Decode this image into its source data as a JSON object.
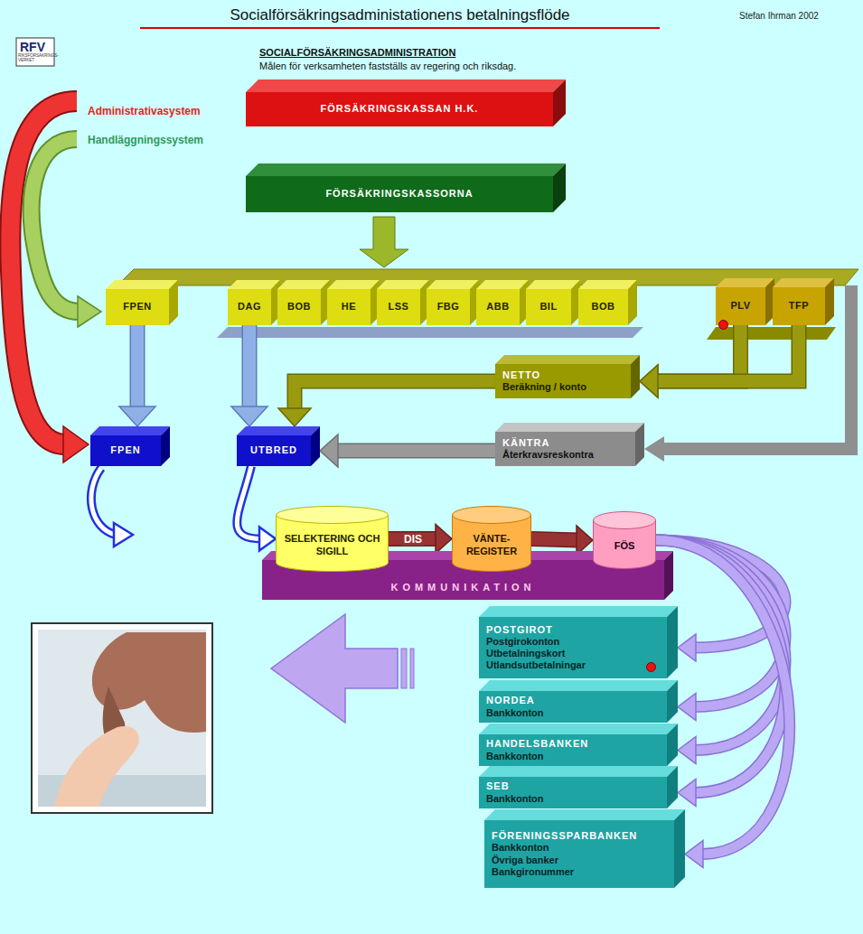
{
  "diagram": {
    "title": "Socialförsäkringsadministationens betalningsflöde",
    "nodes": [
      {
        "text": [
          "FÖRSÄKRINGSKASSAN H.K."
        ]
      },
      {
        "text": [
          "FÖRSÄKRINGSKASSORNA"
        ]
      },
      {
        "text": [
          "FPEN"
        ]
      },
      {
        "text": [
          "DAG"
        ]
      },
      {
        "text": [
          "BOB"
        ]
      },
      {
        "text": [
          "HE"
        ]
      },
      {
        "text": [
          "LSS"
        ]
      },
      {
        "text": [
          "FBG"
        ]
      },
      {
        "text": [
          "ABB"
        ]
      },
      {
        "text": [
          "BIL"
        ]
      },
      {
        "text": [
          "BOB"
        ]
      },
      {
        "text": [
          "PLV"
        ]
      },
      {
        "text": [
          "TFP"
        ]
      },
      {
        "text": [
          "NETTO",
          "Beräkning / konto"
        ]
      },
      {
        "text": [
          "FPEN"
        ]
      },
      {
        "text": [
          "UTBRED"
        ]
      },
      {
        "text": [
          "KÄNTRA",
          "Återkravsreskontra"
        ]
      },
      {
        "text": [
          "SELEKTERING OCH SIGILL"
        ]
      },
      {
        "text": [
          "VÄNTE- REGISTER"
        ]
      },
      {
        "text": [
          "FÖS"
        ]
      },
      {
        "text": [
          "KOMMUNIKATION"
        ]
      },
      {
        "text": [
          "POSTGIROT",
          "Postgirokonton",
          "Utbetalningskort",
          "Utlandsutbetalningar"
        ]
      },
      {
        "text": [
          "NORDEA",
          "Bankkonton"
        ]
      },
      {
        "text": [
          "HANDELSBANKEN",
          "Bankkonton"
        ]
      },
      {
        "text": [
          "SEB",
          "Bankkonton"
        ]
      },
      {
        "text": [
          "FÖRENINGSSPARBANKEN",
          "Bankkonton",
          "Övriga banker",
          "Bankgironummer"
        ]
      }
    ],
    "edges": [
      {
        "from": 2,
        "to": 14,
        "arrow": "to"
      },
      {
        "from": 3,
        "to": 15,
        "arrow": "to"
      },
      {
        "from": 11,
        "to": 13,
        "arrow": "to"
      },
      {
        "from": 12,
        "to": 13,
        "arrow": "to"
      },
      {
        "from": 13,
        "to": 15,
        "arrow": "to"
      },
      {
        "from": 16,
        "to": 15,
        "arrow": "to"
      },
      {
        "from": 15,
        "to": 17,
        "arrow": "to"
      },
      {
        "from": 17,
        "to": 18,
        "label": "DIS",
        "arrow": "to"
      },
      {
        "from": 18,
        "to": 19,
        "arrow": "to"
      },
      {
        "from": 19,
        "to": 21,
        "arrow": "to"
      },
      {
        "from": 19,
        "to": 22,
        "arrow": "to"
      },
      {
        "from": 19,
        "to": 23,
        "arrow": "to"
      },
      {
        "from": 19,
        "to": 24,
        "arrow": "to"
      },
      {
        "from": 19,
        "to": 25,
        "arrow": "to"
      }
    ],
    "labels": [
      "Stefan Ihrman 2002",
      "RFV",
      "RIKSFÖRSÄKRINGS- VERKET",
      "SOCIALFÖRSÄKRINGSADMINISTRATION",
      "Målen för verksamheten fastställs av regering och riksdag.",
      "Administrativasystem",
      "Handläggningssystem"
    ]
  }
}
